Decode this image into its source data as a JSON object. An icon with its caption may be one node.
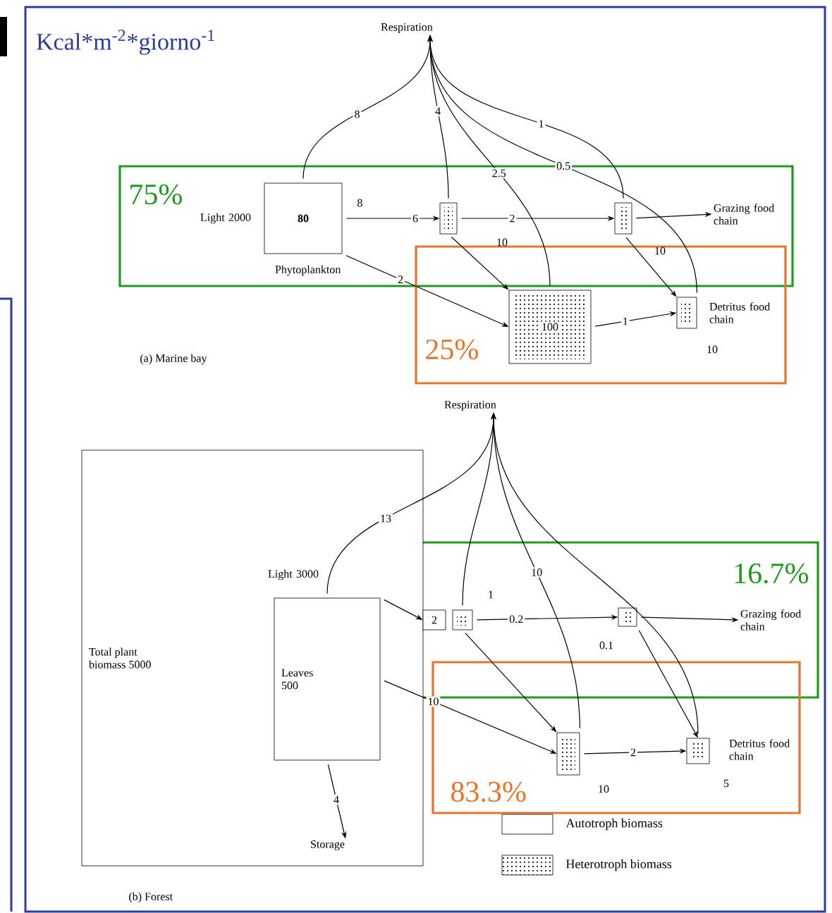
{
  "diagram": {
    "title": "Kcal*m$^{-2}$*giorno$^{-1}$",
    "nodes": [
      {
        "text": [
          "80"
        ],
        "beside": [
          "Light 2000",
          "Phytoplankton"
        ]
      },
      {
        "text": [],
        "shape": "box",
        "beside": [
          "10"
        ]
      },
      {
        "text": [],
        "shape": "box",
        "beside": [
          "10"
        ]
      },
      {
        "text": [
          "100"
        ]
      },
      {
        "text": [],
        "shape": "box",
        "beside": [
          "10"
        ]
      },
      {
        "text": [
          "Respiration"
        ]
      },
      {
        "text": [
          "Grazing food chain"
        ]
      },
      {
        "text": [
          "Detritus food chain"
        ]
      },
      {
        "text": [
          "Total plant biomass 5000"
        ]
      },
      {
        "text": [
          "Leaves 500"
        ],
        "in": 8,
        "beside": [
          "Light 3000"
        ]
      },
      {
        "text": [
          "2"
        ]
      },
      {
        "text": [],
        "shape": "box",
        "beside": [
          "1"
        ]
      },
      {
        "text": [],
        "shape": "box",
        "beside": [
          "0.1"
        ]
      },
      {
        "text": [],
        "shape": "box",
        "beside": [
          "10"
        ]
      },
      {
        "text": [],
        "shape": "box",
        "beside": [
          "5"
        ]
      },
      {
        "text": [
          "Respiration"
        ]
      },
      {
        "text": [
          "Grazing food chain"
        ]
      },
      {
        "text": [
          "Detritus food chain"
        ]
      },
      {
        "text": [
          "Storage"
        ],
        "in": 8
      }
    ],
    "edges": [
      {
        "from": 0,
        "to": 5,
        "arrow": "to",
        "label": "8"
      },
      {
        "from": 0,
        "to": 1,
        "arrow": "to",
        "label": "6"
      },
      {
        "from": 0,
        "to": 3,
        "arrow": "to",
        "label": "2"
      },
      {
        "from": 1,
        "to": 5,
        "arrow": "to",
        "label": "4"
      },
      {
        "from": 1,
        "to": 2,
        "arrow": "to",
        "label": "2"
      },
      {
        "from": 1,
        "to": 3,
        "arrow": "to"
      },
      {
        "from": 3,
        "to": 5,
        "arrow": "to",
        "label": "2.5"
      },
      {
        "from": 3,
        "to": 4,
        "arrow": "to",
        "label": "1"
      },
      {
        "from": 2,
        "to": 5,
        "arrow": "to",
        "label": "1"
      },
      {
        "from": 2,
        "to": 4,
        "arrow": "to"
      },
      {
        "from": 4,
        "to": 5,
        "arrow": "to",
        "label": "0.5"
      },
      {
        "from": 2,
        "to": 6,
        "arrow": "to"
      },
      {
        "from": 9,
        "to": 15,
        "arrow": "to",
        "label": "13"
      },
      {
        "from": 9,
        "to": 10,
        "arrow": "to"
      },
      {
        "from": 9,
        "to": 18,
        "arrow": "to",
        "label": "4"
      },
      {
        "from": 9,
        "to": 13,
        "arrow": "to",
        "label": "10"
      },
      {
        "from": 11,
        "to": 15,
        "arrow": "to"
      },
      {
        "from": 11,
        "to": 12,
        "arrow": "to",
        "label": "0.2"
      },
      {
        "from": 11,
        "to": 13,
        "arrow": "to"
      },
      {
        "from": 13,
        "to": 15,
        "arrow": "to",
        "label": "10"
      },
      {
        "from": 12,
        "to": 14,
        "arrow": "to"
      },
      {
        "from": 13,
        "to": 14,
        "arrow": "to",
        "label": "2"
      },
      {
        "from": 14,
        "to": 15,
        "arrow": "to"
      },
      {
        "from": 12,
        "to": 16,
        "arrow": "to"
      }
    ],
    "labels": [
      "75%",
      "8",
      "25%",
      "(a) Marine bay",
      "16.7%",
      "83.3%",
      "(b) Forest"
    ],
    "legend": [
      {
        "text": "Autotroph biomass"
      },
      {
        "text": "Heterotroph biomass"
      }
    ]
  }
}
